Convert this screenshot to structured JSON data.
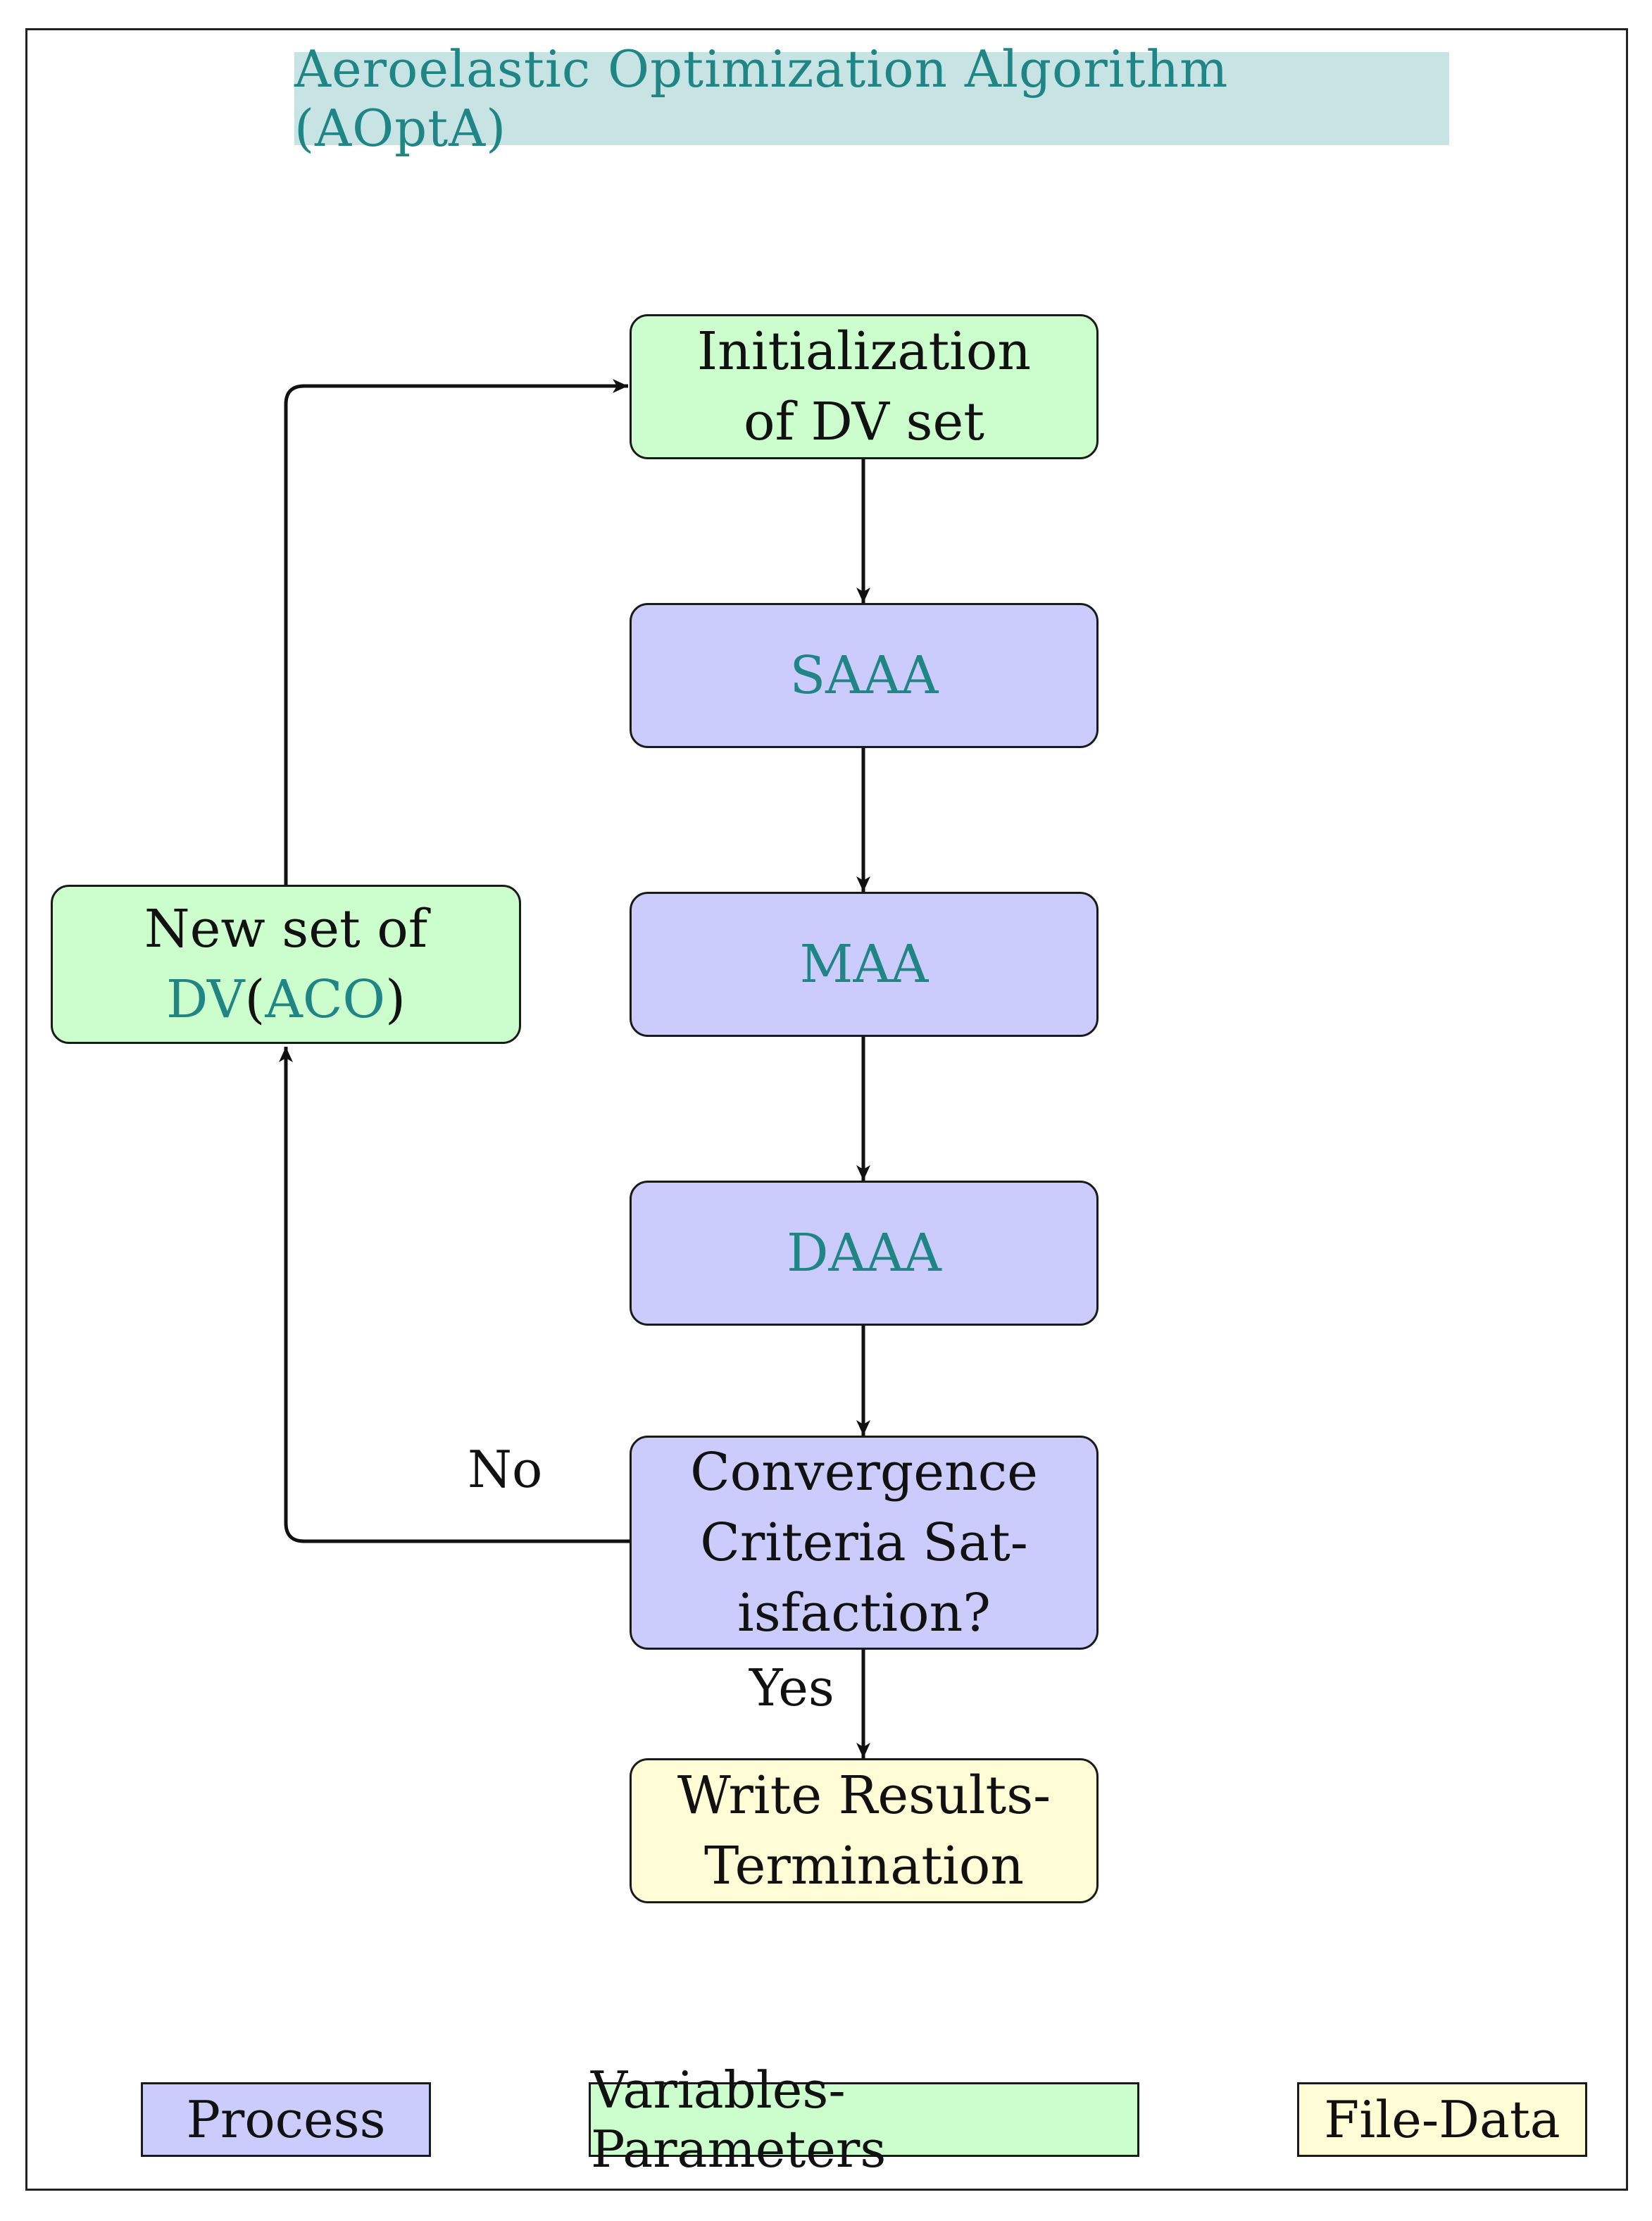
{
  "title": "Aeroelastic Optimization Algorithm (AOptA)",
  "nodes": {
    "init": {
      "line1": "Initialization",
      "line2": "of DV set"
    },
    "saaa": {
      "label": "SAAA"
    },
    "maa": {
      "label": "MAA"
    },
    "daaa": {
      "label": "DAAA"
    },
    "convergence": {
      "line1": "Convergence",
      "line2": "Criteria Sat-",
      "line3": "isfaction?"
    },
    "write": {
      "line1": "Write Results-",
      "line2": "Termination"
    },
    "newset": {
      "line1": "New set of",
      "dv": "DV",
      "open": "(",
      "aco": "ACO",
      "close": ")"
    }
  },
  "edge_labels": {
    "no": "No",
    "yes": "Yes"
  },
  "legend": {
    "process": "Process",
    "variables": "Variables-Parameters",
    "file": "File-Data"
  },
  "colors": {
    "process": "#ccccfc",
    "variables": "#ccfdcc",
    "file": "#fffcd6",
    "title_bg": "#c8e3e3",
    "accent_text": "#1f8585"
  }
}
